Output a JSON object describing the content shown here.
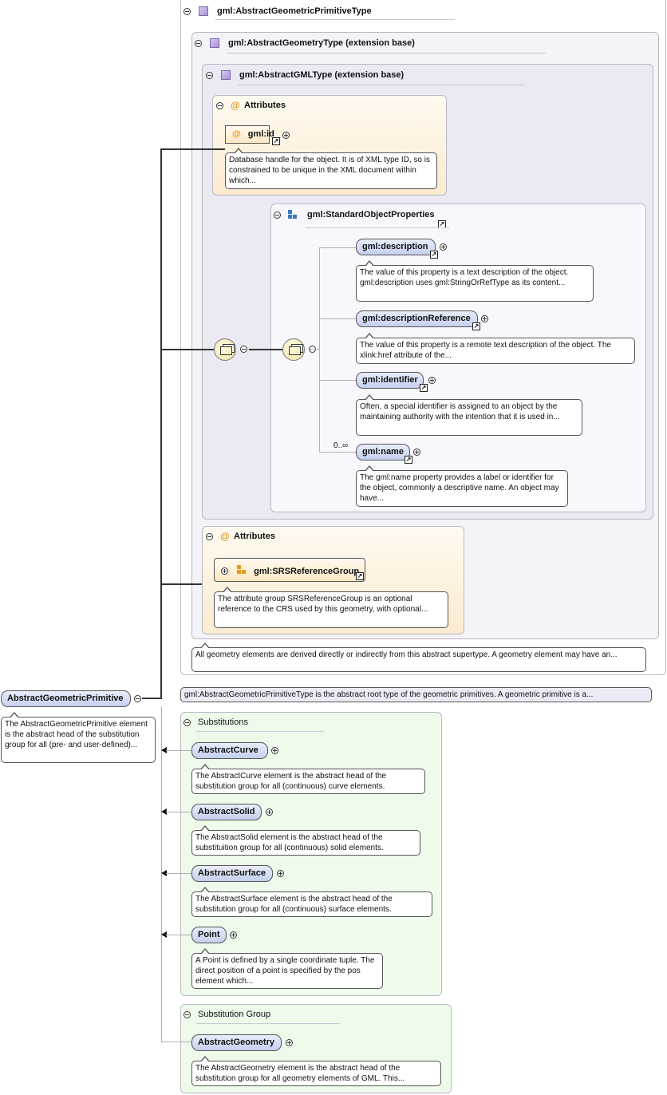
{
  "root_type": {
    "title": "gml:AbstractGeometricPrimitiveType",
    "doc": "gml:AbstractGeometricPrimitiveType is the abstract root type of the geometric primitives. A geometric primitive is a..."
  },
  "geometry_type": {
    "title": "gml:AbstractGeometryType (extension base)",
    "doc": "All geometry elements are derived directly or indirectly from this abstract supertype. A geometry element may have an..."
  },
  "gml_type": {
    "title": "gml:AbstractGMLType (extension base)"
  },
  "attributes_1": {
    "title": "Attributes",
    "at_symbol": "@",
    "id_label": "gml:id",
    "id_doc": "Database handle for the object. It is of XML type ID, so is constrained to be unique in the XML document within which..."
  },
  "standard_props": {
    "title": "gml:StandardObjectProperties",
    "occurrence": "0..∞",
    "elements": [
      {
        "label": "gml:description",
        "doc": "The value of this property is a text description of the object. gml:description uses gml:StringOrRefType as its content..."
      },
      {
        "label": "gml:descriptionReference",
        "doc": "The value of this property is a remote text description of the object. The xlink:href attribute of the..."
      },
      {
        "label": "gml:identifier",
        "doc": "Often, a special identifier is assigned to an object by the maintaining authority with the intention that it is used in..."
      },
      {
        "label": "gml:name",
        "doc": "The gml:name property provides a label or identifier for the object, commonly a descriptive name. An object may have..."
      }
    ]
  },
  "attributes_2": {
    "title": "Attributes",
    "at_symbol": "@",
    "group_label": "gml:SRSReferenceGroup",
    "group_doc": "The attribute group SRSReferenceGroup is an optional reference to the CRS used by this geometry, with optional..."
  },
  "root_element": {
    "label": "AbstractGeometricPrimitive",
    "doc": "The AbstractGeometricPrimitive element is the abstract head of the substitution group for all (pre- and user-defined)..."
  },
  "substitutions": {
    "title": "Substitutions",
    "items": [
      {
        "label": "AbstractCurve",
        "doc": "The AbstractCurve element is the abstract head of the substitution group for all (continuous) curve elements."
      },
      {
        "label": "AbstractSolid",
        "doc": "The AbstractSolid element is the abstract head of the substituition group for all (continuous) solid elements."
      },
      {
        "label": "AbstractSurface",
        "doc": "The AbstractSurface element is the abstract head of the substitution group for all (continuous) surface elements."
      },
      {
        "label": "Point",
        "doc": "A Point is defined by a single coordinate tuple. The direct position of a point is specified by the pos element which..."
      }
    ]
  },
  "substitution_group": {
    "title": "Substitution Group",
    "label": "AbstractGeometry",
    "doc": "The AbstractGeometry element is the abstract head of the substitution group for all geometry elements of GML. This..."
  },
  "colors": {
    "type_panel_bg": "#f2f0f8",
    "attributes_bg": "#fdf3e1",
    "substitutions_bg": "#eefaea",
    "element_fill": "#c4cfee",
    "connector": "#333333"
  }
}
